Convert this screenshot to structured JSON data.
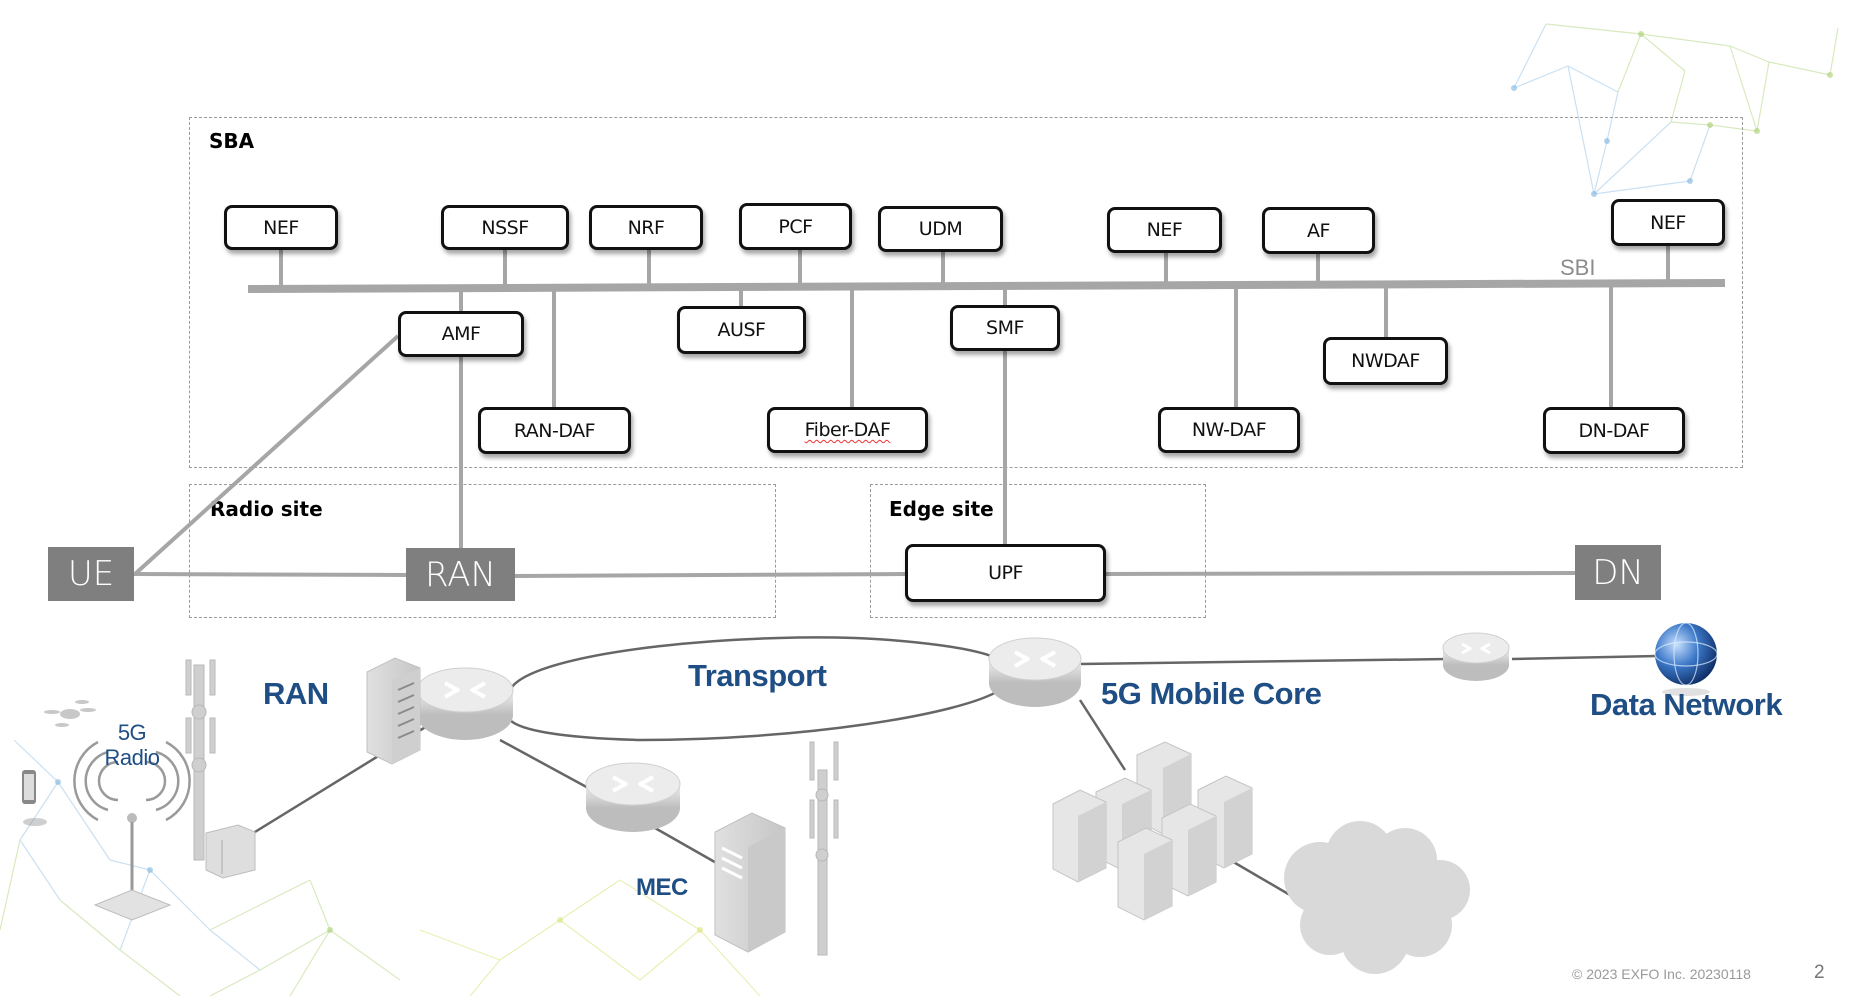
{
  "sba": {
    "label": "SBA",
    "bus_label": "SBI",
    "functions_top": [
      "NEF",
      "NSSF",
      "NRF",
      "PCF",
      "UDM",
      "NEF",
      "AF",
      "NEF"
    ],
    "functions_bottom": [
      "AMF",
      "AUSF",
      "SMF",
      "NWDAF"
    ],
    "daf_functions": [
      "RAN-DAF",
      "Fiber-DAF",
      "NW-DAF",
      "DN-DAF"
    ]
  },
  "sites": {
    "radio_site": "Radio site",
    "edge_site": "Edge site"
  },
  "user_plane": {
    "ue": "UE",
    "ran": "RAN",
    "upf": "UPF",
    "dn": "DN"
  },
  "physical": {
    "radio_label": [
      "5G",
      "Radio"
    ],
    "ran_label": "RAN",
    "transport_label": "Transport",
    "mec_label": "MEC",
    "core_label": "5G Mobile Core",
    "data_network_label": "Data Network"
  },
  "colors": {
    "title_blue": "#1f4e85",
    "node_gray": "#7f7f7f",
    "line_gray": "#a6a6a6"
  },
  "footer": {
    "copyright": "© 2023 EXFO Inc. 20230118",
    "page_number": "2"
  }
}
